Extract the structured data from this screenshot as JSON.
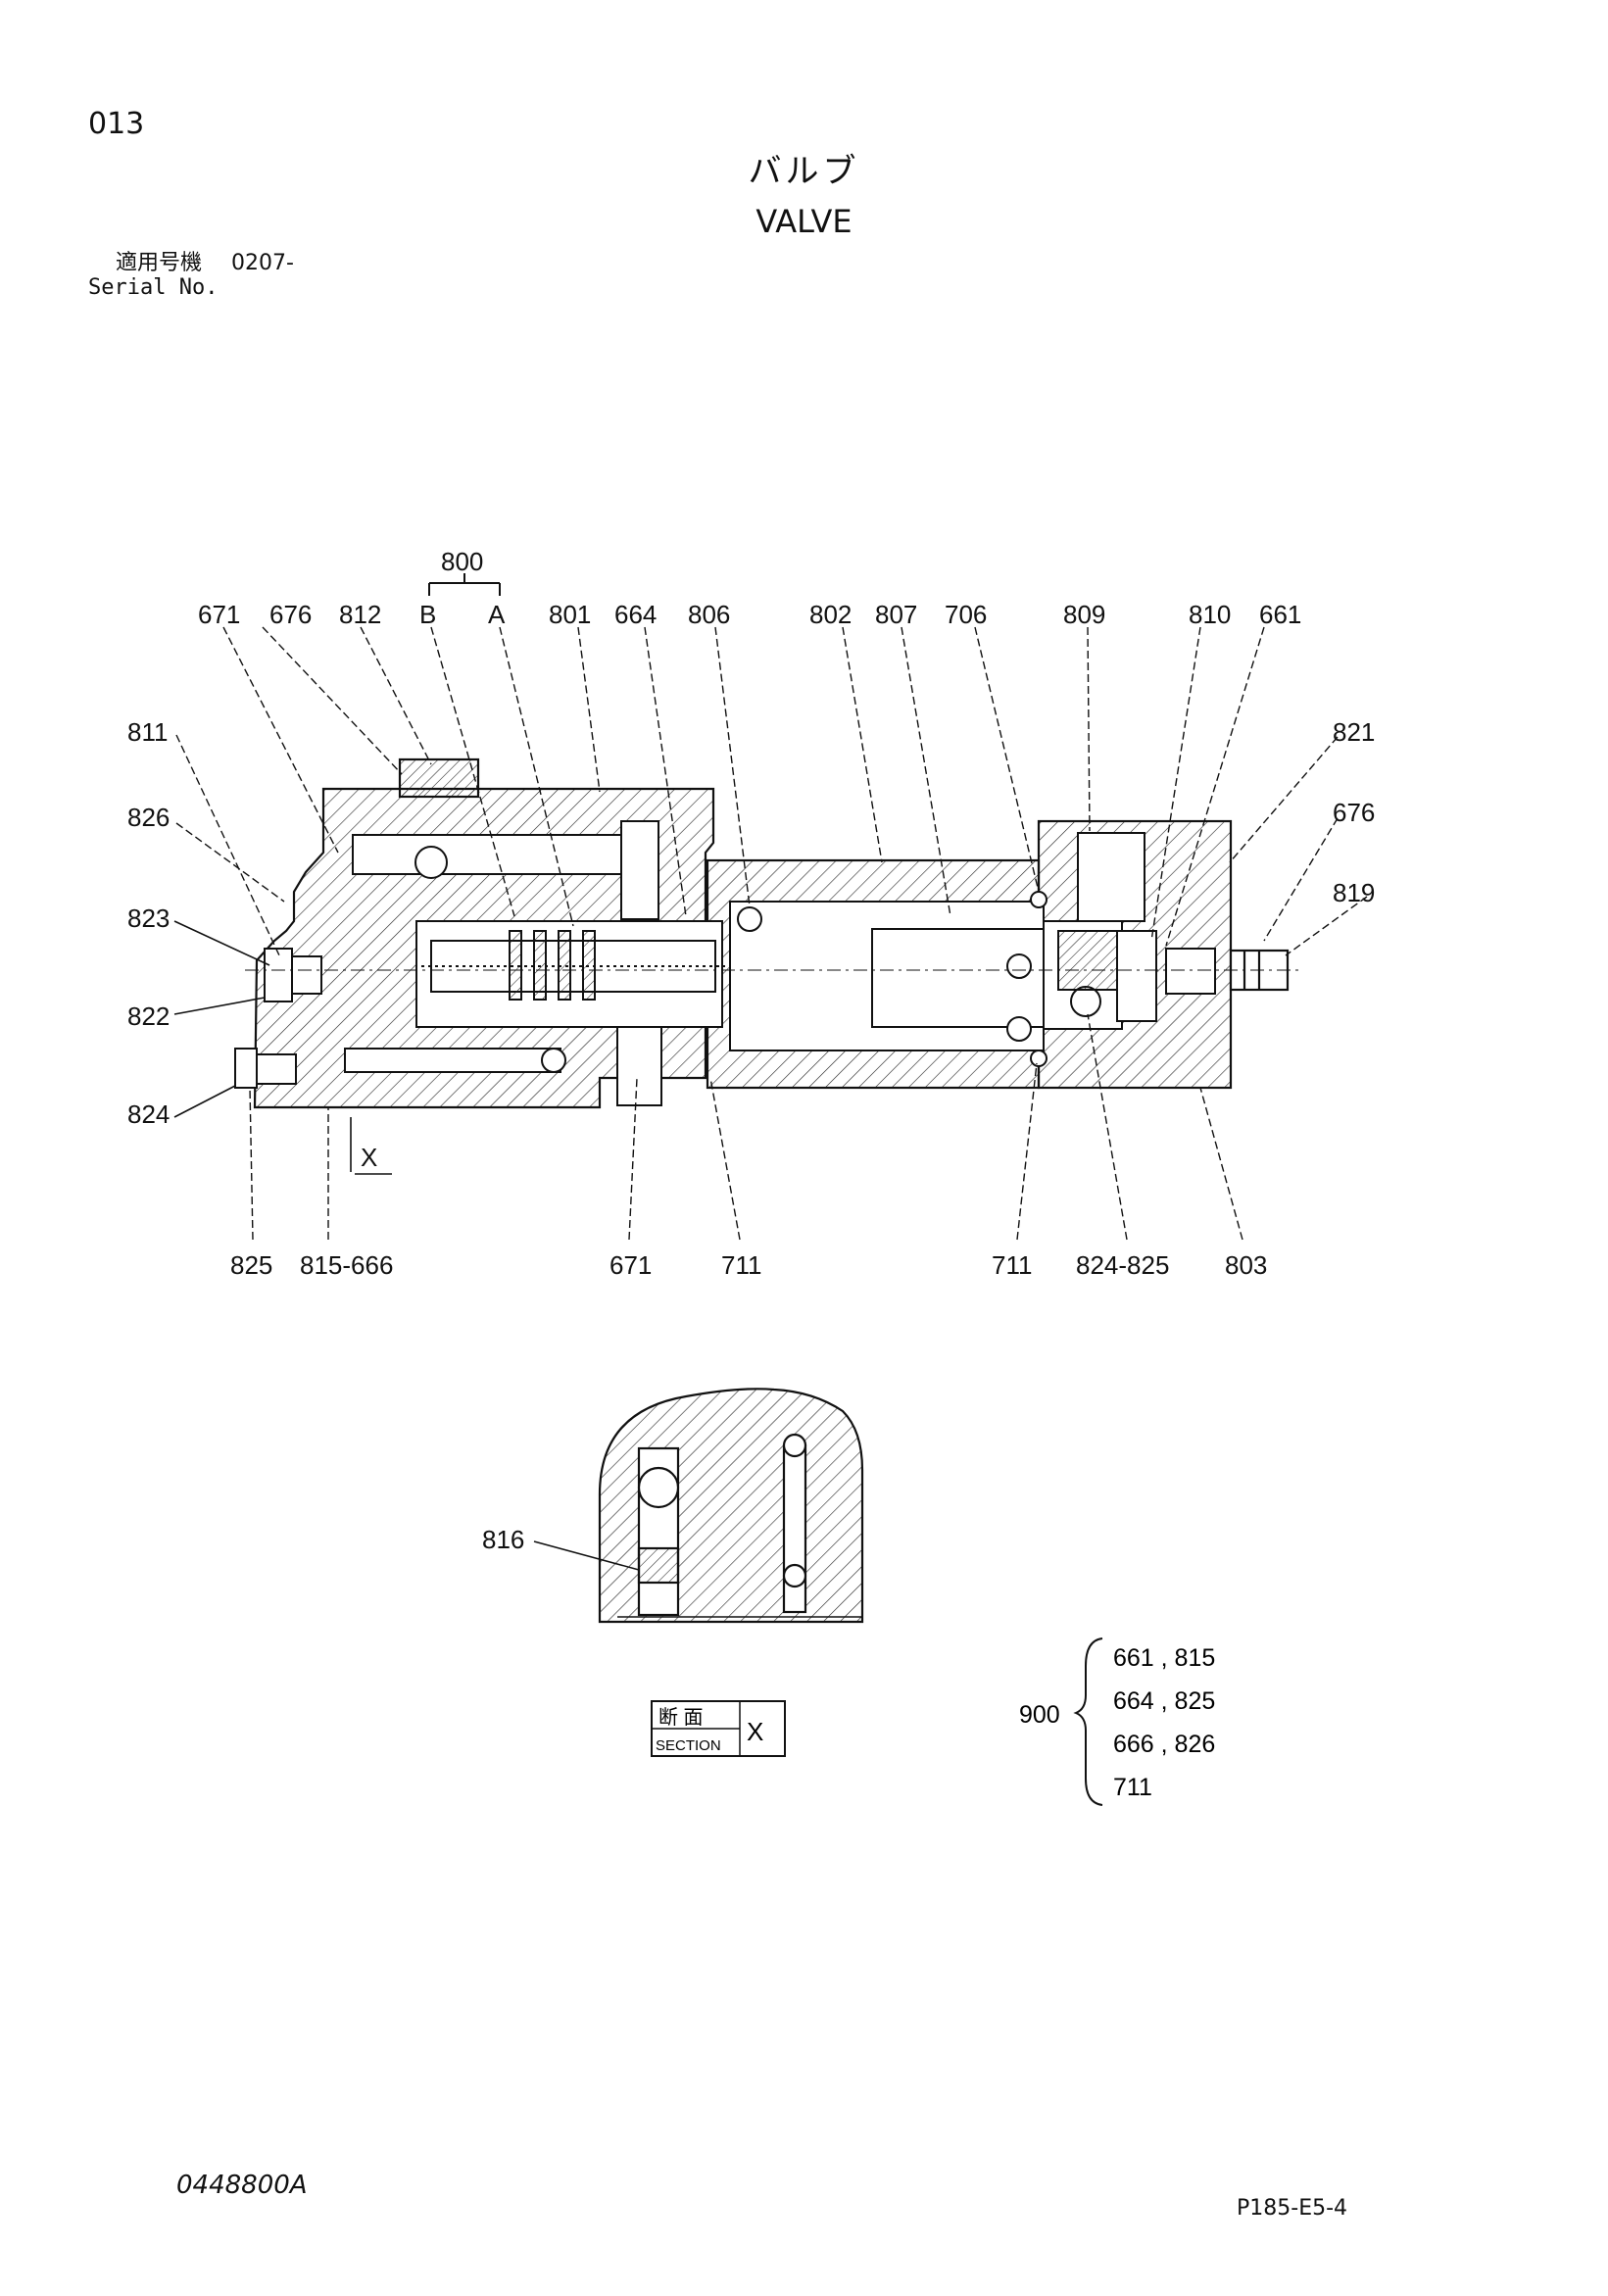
{
  "page_number": "013",
  "title_jp": "バルブ",
  "title_en": "VALVE",
  "serial_label_jp": "適用号機",
  "serial_value": "0207-",
  "serial_label_en": "Serial No.",
  "callouts": {
    "c800": "800",
    "c671": "671",
    "c676": "676",
    "c812": "812",
    "cB": "B",
    "cA": "A",
    "c801": "801",
    "c664": "664",
    "c806": "806",
    "c802": "802",
    "c807": "807",
    "c706": "706",
    "c809": "809",
    "c810": "810",
    "c661": "661",
    "c811": "811",
    "c826": "826",
    "c823": "823",
    "c822": "822",
    "c824": "824",
    "c821": "821",
    "c676r": "676",
    "c819": "819",
    "c825": "825",
    "c815_666": "815-666",
    "c671b": "671",
    "c711a": "711",
    "c711b": "711",
    "c824_825": "824-825",
    "c803": "803",
    "cX": "X",
    "c816": "816"
  },
  "section_label": {
    "jp": "断 面",
    "en": "SECTION",
    "letter": "X"
  },
  "kit": {
    "number": "900",
    "items": [
      "661 , 815",
      "664 , 825",
      "666 , 826",
      "711"
    ]
  },
  "drawing_number": "0448800A",
  "page_ref": "P185-E5-4"
}
